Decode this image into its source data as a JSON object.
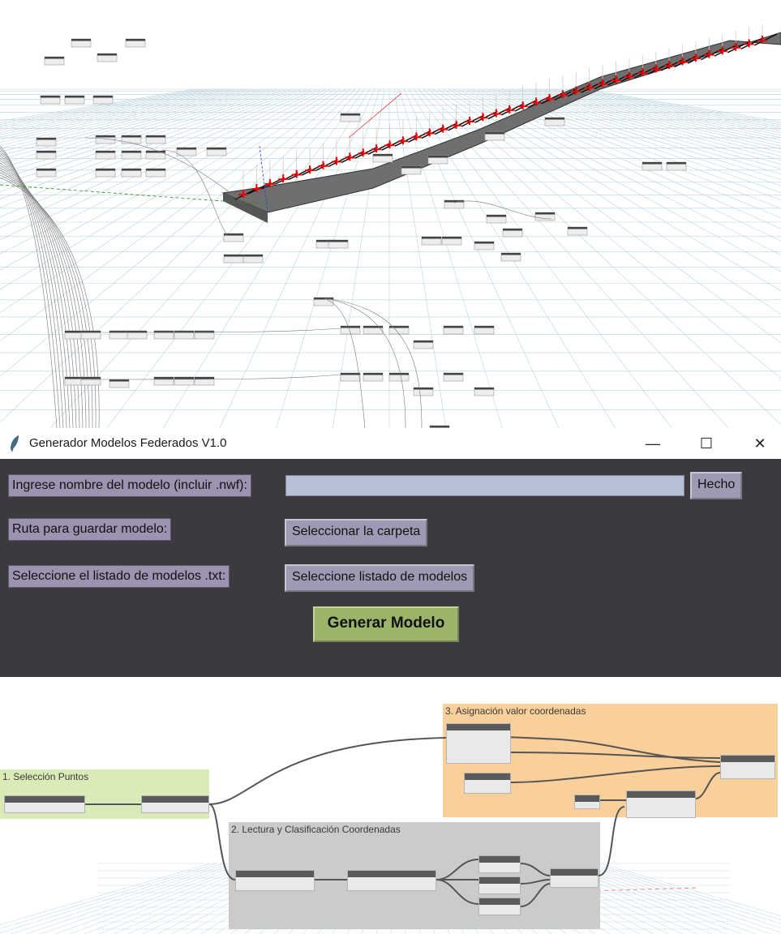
{
  "window": {
    "title": "Generador Modelos Federados V1.0",
    "controls": {
      "minimize": "—",
      "maximize": "☐",
      "close": "✕"
    },
    "icon": "feather-icon"
  },
  "form": {
    "model_name_label": "Ingrese nombre del modelo (incluir .nwf):",
    "model_name_value": "",
    "done_button": "Hecho",
    "save_path_label": "Ruta para guardar modelo:",
    "select_folder_button": "Seleccionar la carpeta",
    "list_label": "Seleccione el listado de modelos .txt:",
    "select_list_button": "Seleccione listado de modelos",
    "generate_button": "Generar Modelo"
  },
  "dynamo": {
    "groups": [
      {
        "title": "1. Selección Puntos"
      },
      {
        "title": "2. Lectura y Clasificación Coordenadas"
      },
      {
        "title": "3. Asignación valor coordenadas"
      }
    ]
  },
  "colors": {
    "tk_background": "#3c3a3e",
    "tk_widget": "#a099b3",
    "tk_entry": "#b7c1d6",
    "generate_button": "#9cb36a",
    "group1": "#d9ecb8",
    "group2": "#cbcbcb",
    "group3": "#f9cf9b"
  }
}
